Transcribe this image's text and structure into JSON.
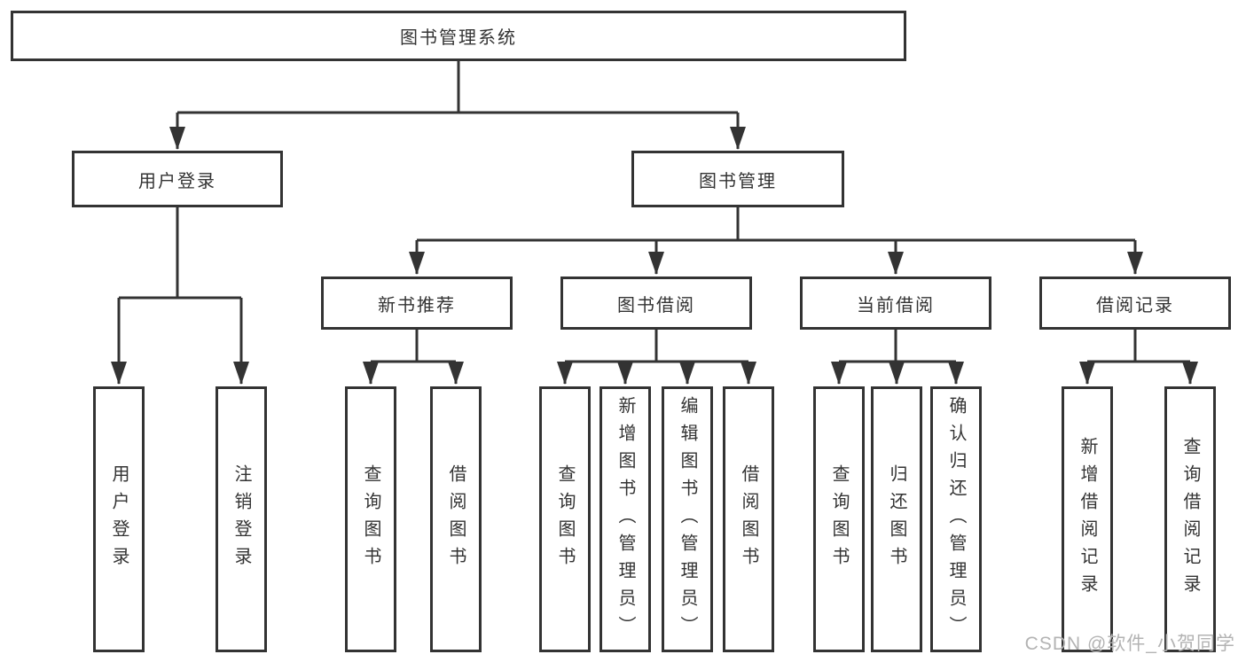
{
  "diagram_type": "hierarchy-tree",
  "colors": {
    "line": "#333333",
    "box_border": "#333333",
    "box_fill": "#ffffff",
    "text": "#333333",
    "watermark": "#b3b3b3",
    "background": "#ffffff"
  },
  "tree": {
    "label": "图书管理系统",
    "children": [
      {
        "label": "用户登录",
        "children": [
          {
            "label": "用户登录"
          },
          {
            "label": "注销登录"
          }
        ]
      },
      {
        "label": "图书管理",
        "children": [
          {
            "label": "新书推荐",
            "children": [
              {
                "label": "查询图书"
              },
              {
                "label": "借阅图书"
              }
            ]
          },
          {
            "label": "图书借阅",
            "children": [
              {
                "label": "查询图书"
              },
              {
                "label": "新增图书（管理员）"
              },
              {
                "label": "编辑图书（管理员）"
              },
              {
                "label": "借阅图书"
              }
            ]
          },
          {
            "label": "当前借阅",
            "children": [
              {
                "label": "查询图书"
              },
              {
                "label": "归还图书"
              },
              {
                "label": "确认归还（管理员）"
              }
            ]
          },
          {
            "label": "借阅记录",
            "children": [
              {
                "label": "新增借阅记录"
              },
              {
                "label": "查询借阅记录"
              }
            ]
          }
        ]
      }
    ]
  },
  "watermark": {
    "text": "CSDN @软件_小贺同学"
  }
}
